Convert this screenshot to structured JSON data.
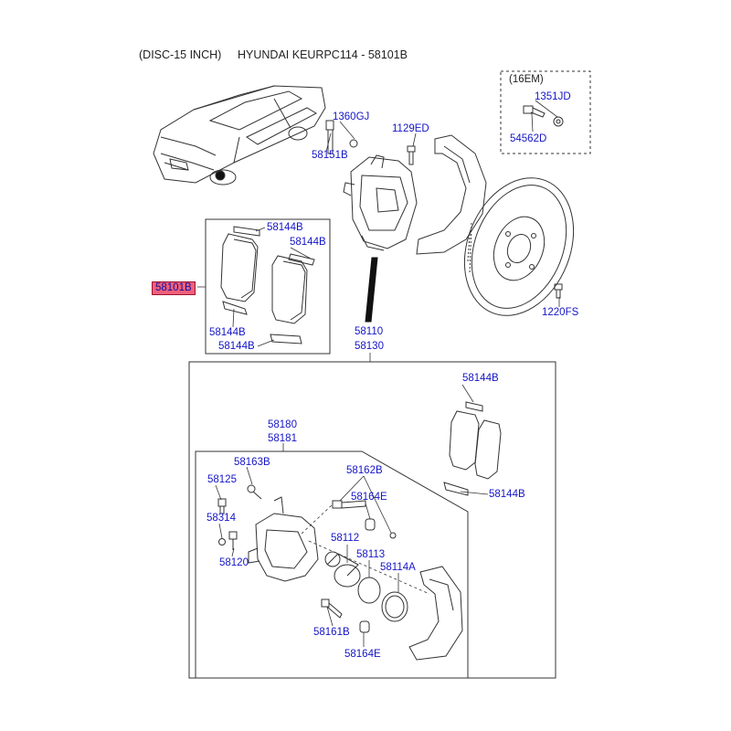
{
  "header": {
    "left": "(DISC-15 INCH)",
    "right": "HYUNDAI KEURPC114 - 58101B"
  },
  "highlight_part": "58101B",
  "colors": {
    "link": "#1515c8",
    "highlight": "#f0607a",
    "line": "#333333"
  },
  "callouts": {
    "c_16em": "(16EM)",
    "c_1351jd": "1351JD",
    "c_54562d": "54562D",
    "c_1360gj": "1360GJ",
    "c_58151b": "58151B",
    "c_1129ed": "1129ED",
    "c_1220fs": "1220FS",
    "c_58144b_1": "58144B",
    "c_58144b_2": "58144B",
    "c_58144b_3": "58144B",
    "c_58144b_4": "58144B",
    "c_58110": "58110",
    "c_58130": "58130",
    "c_58144b_5": "58144B",
    "c_58144b_6": "58144B",
    "c_58180": "58180",
    "c_58181": "58181",
    "c_58163b": "58163B",
    "c_58125": "58125",
    "c_58314": "58314",
    "c_58120": "58120",
    "c_58162b": "58162B",
    "c_58164e_1": "58164E",
    "c_58112": "58112",
    "c_58113": "58113",
    "c_58114a": "58114A",
    "c_58161b": "58161B",
    "c_58164e_2": "58164E"
  }
}
